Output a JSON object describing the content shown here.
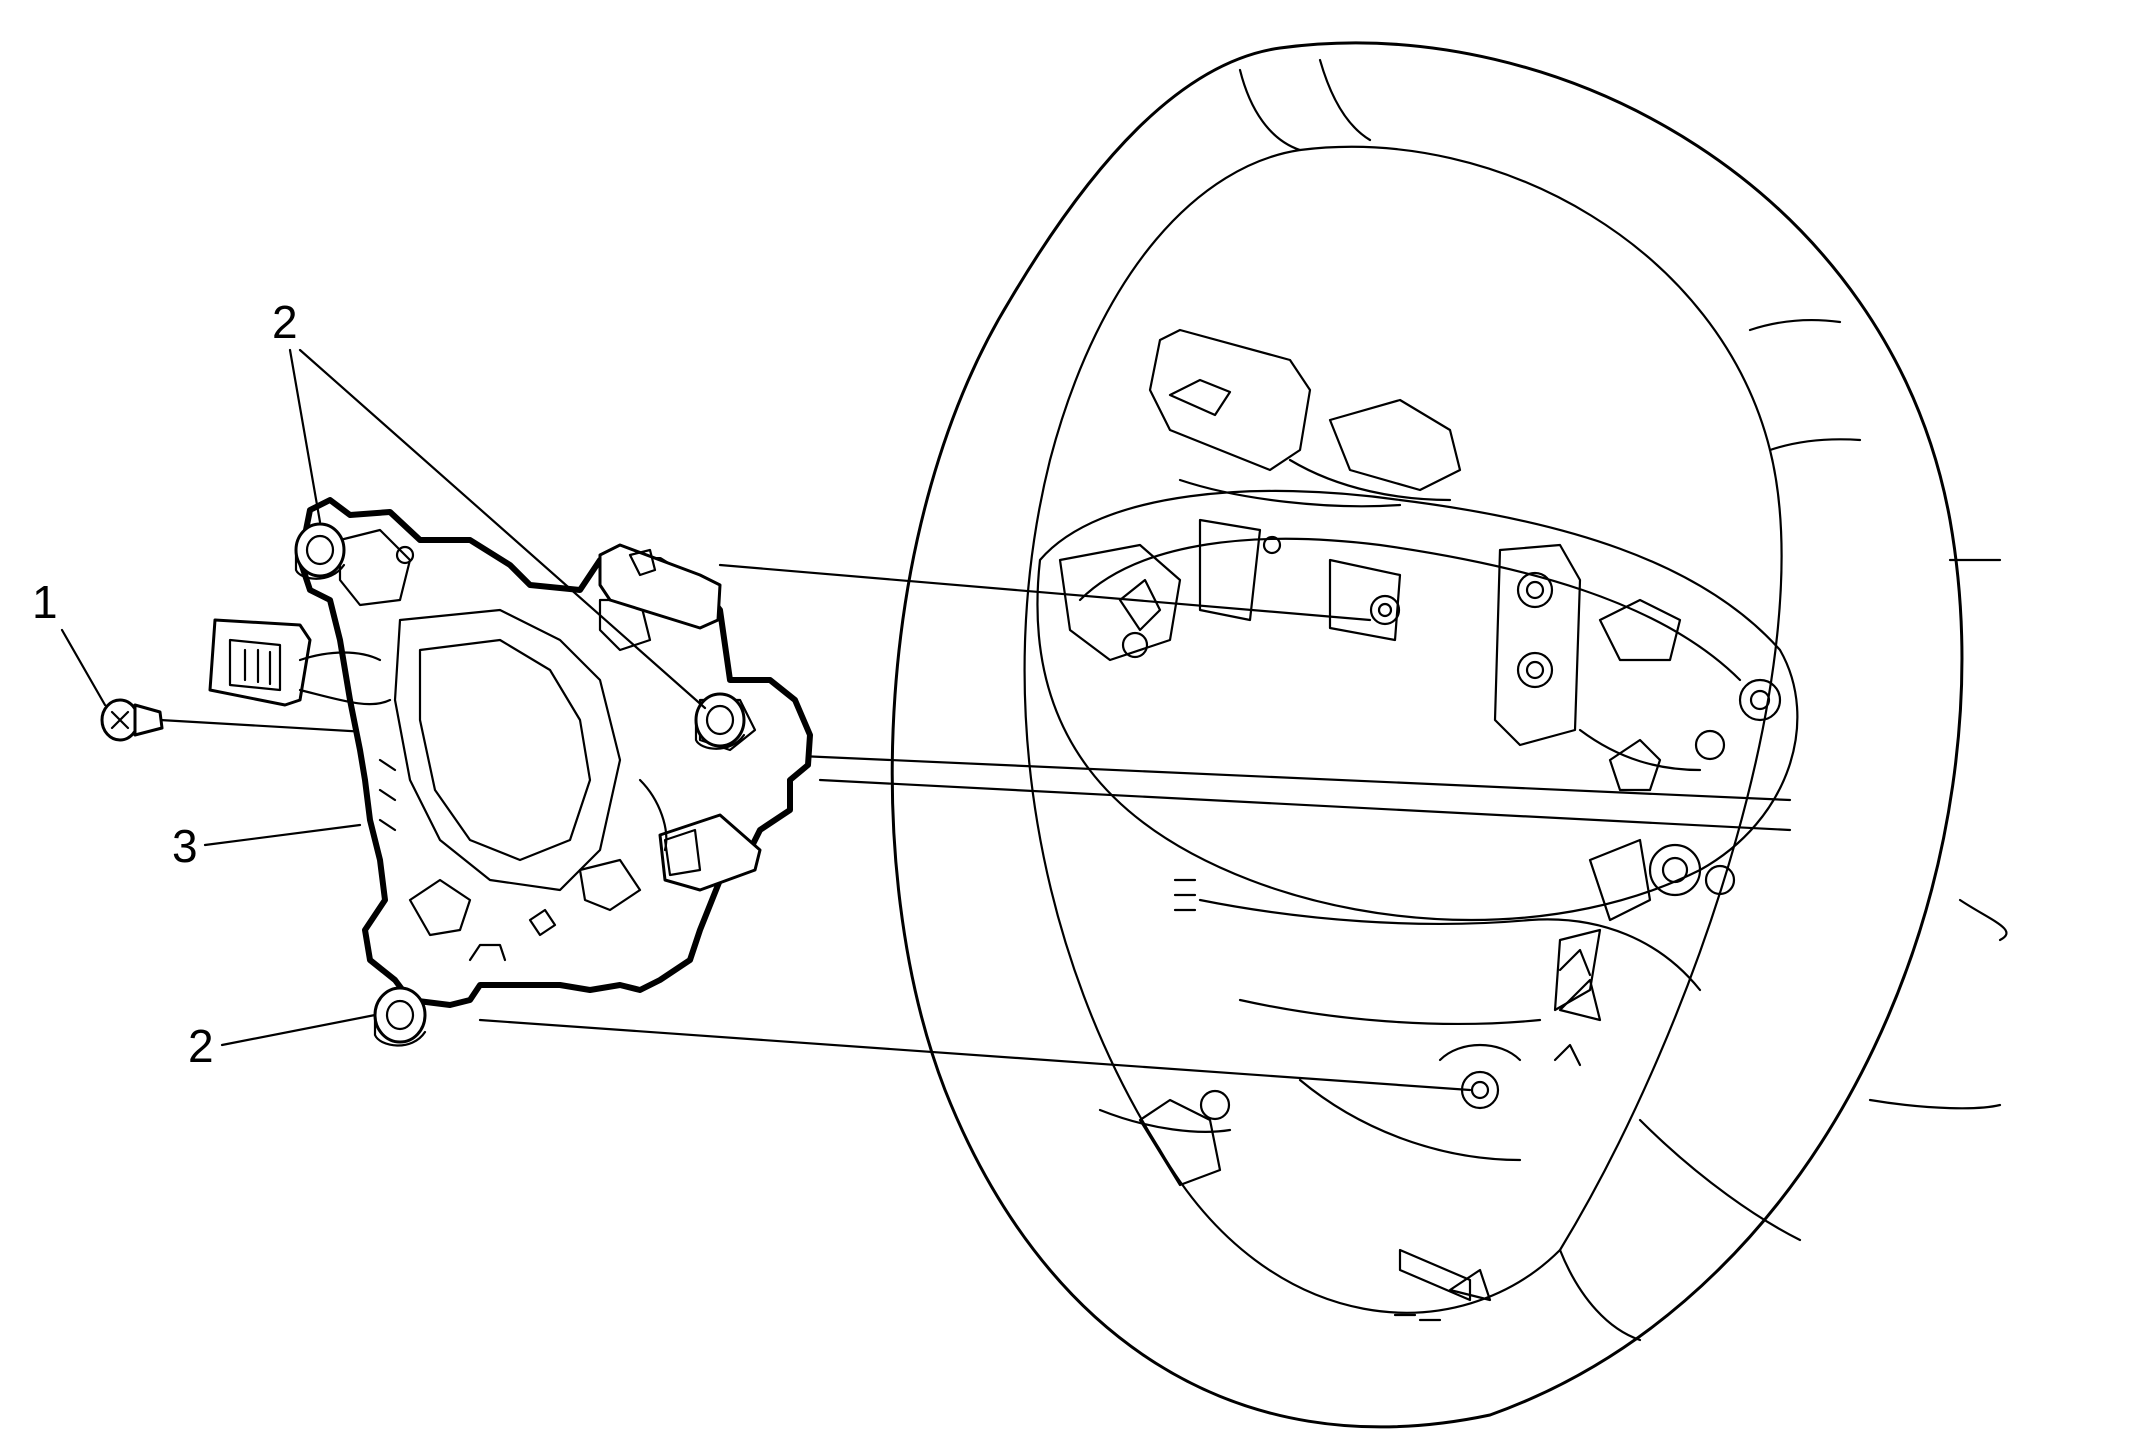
{
  "diagram": {
    "callouts": [
      {
        "id": "c1",
        "label": "1"
      },
      {
        "id": "c2a",
        "label": "2"
      },
      {
        "id": "c2b",
        "label": "2"
      },
      {
        "id": "c3",
        "label": "3"
      }
    ],
    "parts": {
      "screw": "bolt-icon",
      "fasteners": "nut-icon",
      "module": "steering-wheel-control-module",
      "wheel": "steering-wheel"
    },
    "colors": {
      "ink": "#000000",
      "paper": "#ffffff"
    }
  }
}
